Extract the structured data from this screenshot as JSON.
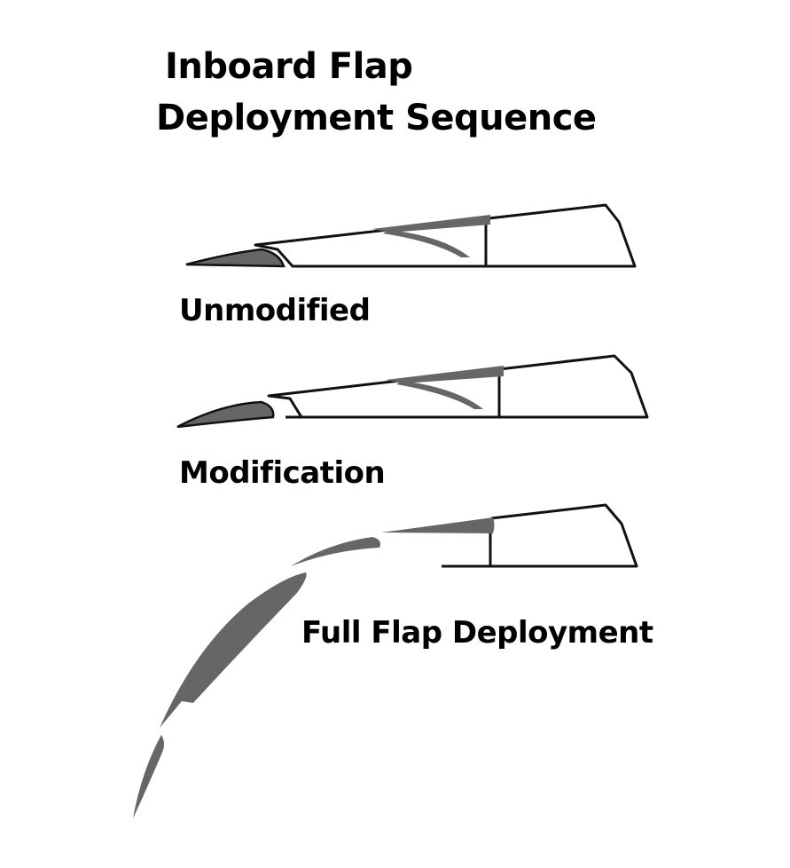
{
  "title": {
    "line1": "Inboard Flap",
    "line2": "Deployment Sequence"
  },
  "labels": {
    "unmodified": "Unmodified",
    "modification": "Modification",
    "full": "Full Flap Deployment"
  },
  "colors": {
    "flap_fill": "#666666",
    "outline": "#111111"
  }
}
